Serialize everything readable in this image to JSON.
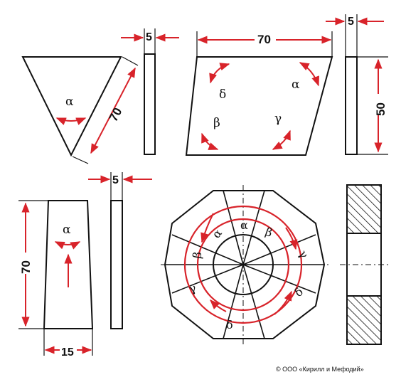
{
  "colors": {
    "ink": "#111111",
    "accent": "#d8232a",
    "background": "#ffffff"
  },
  "dimensions": {
    "d5_top_left": "5",
    "d70_top": "70",
    "d5_top_right": "5",
    "d70_slanted": "70",
    "d50_side": "50",
    "d5_mid": "5",
    "d70_left": "70",
    "d15_bottom": "15"
  },
  "angles": {
    "alpha": "α",
    "beta": "β",
    "gamma": "γ",
    "delta": "δ"
  },
  "copyright": "© ООО «Кирилл и Мефодий»"
}
